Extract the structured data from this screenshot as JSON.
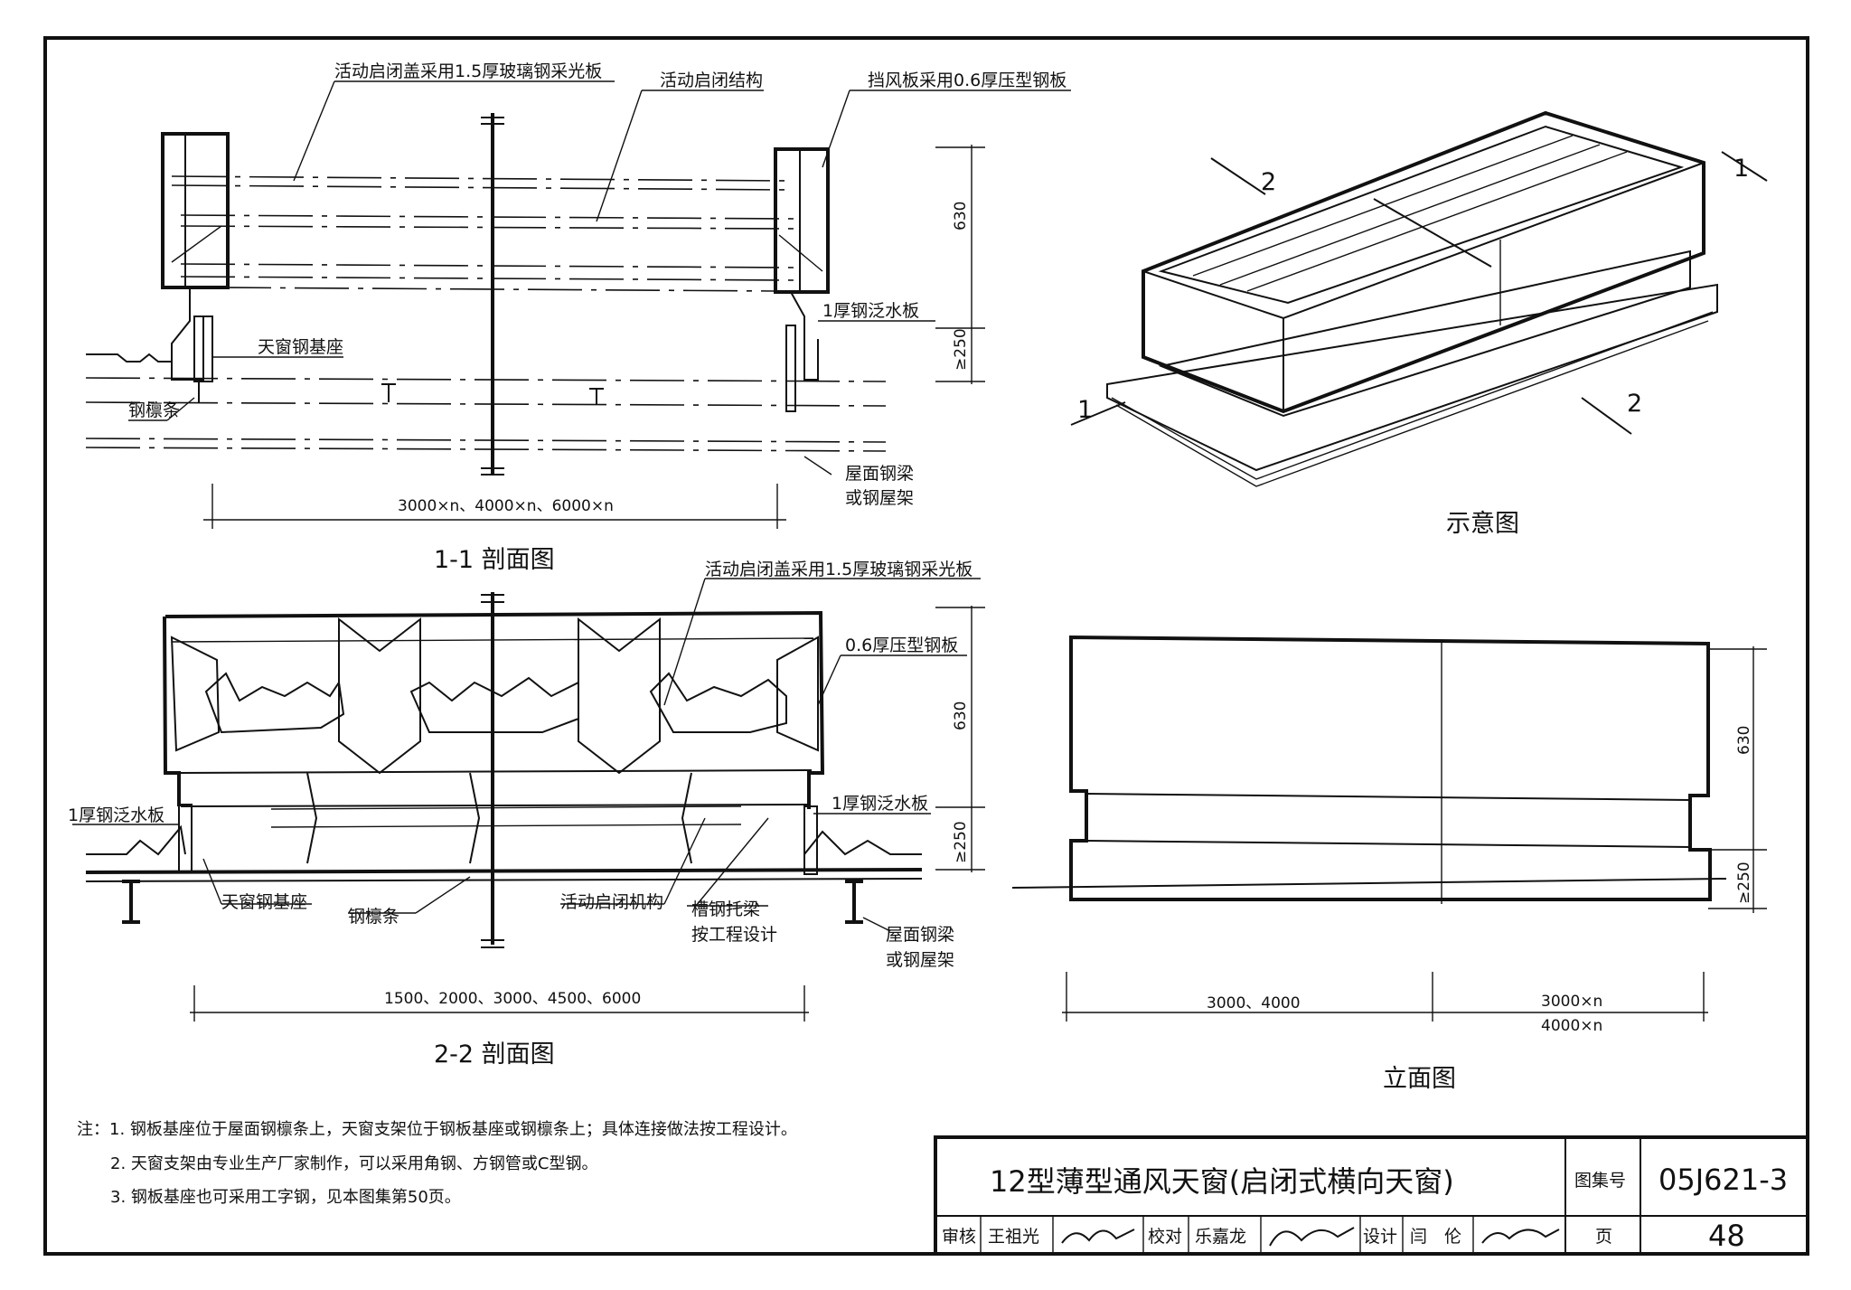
{
  "section_1_1": {
    "title": "1-1 剖面图",
    "cover_label": "活动启闭盖采用1.5厚玻璃钢采光板",
    "mechanism_label": "活动启闭结构",
    "windshield_label": "挡风板采用0.6厚压型钢板",
    "flashing_label": "1厚钢泛水板",
    "base_label": "天窗钢基座",
    "purlin_label": "钢檩条",
    "beam_label_1": "屋面钢梁",
    "beam_label_2": "或钢屋架",
    "dim_height": "630",
    "dim_base": "≥250",
    "dim_length": "3000×n、4000×n、6000×n"
  },
  "schematic": {
    "title": "示意图",
    "mark_2": "2",
    "mark_1": "1"
  },
  "section_2_2": {
    "title": "2-2 剖面图",
    "cover_label": "活动启闭盖采用1.5厚玻璃钢采光板",
    "plate_label": "0.6厚压型钢板",
    "flashing_left": "1厚钢泛水板",
    "flashing_right": "1厚钢泛水板",
    "base_label": "天窗钢基座",
    "purlin_label": "钢檩条",
    "mechanism_label": "活动启闭机构",
    "channel_label_1": "槽钢托梁",
    "channel_label_2": "按工程设计",
    "beam_label_1": "屋面钢梁",
    "beam_label_2": "或钢屋架",
    "dim_height": "630",
    "dim_base": "≥250",
    "dim_width": "1500、2000、3000、4500、6000"
  },
  "elevation": {
    "title": "立面图",
    "dim_height": "630",
    "dim_base": "≥250",
    "dim_left": "3000、4000",
    "dim_right_1": "3000×n",
    "dim_right_2": "4000×n"
  },
  "notes": [
    "注：1. 钢板基座位于屋面钢檩条上，天窗支架位于钢板基座或钢檩条上；具体连接做法按工程设计。",
    "2. 天窗支架由专业生产厂家制作，可以采用角钢、方钢管或C型钢。",
    "3. 钢板基座也可采用工字钢，见本图集第50页。"
  ],
  "title_block": {
    "drawing_title": "12型薄型通风天窗(启闭式横向天窗)",
    "atlas_label": "图集号",
    "atlas_no": "05J621-3",
    "review_label": "审核",
    "reviewer": "王祖光",
    "check_label": "校对",
    "checker": "乐嘉龙",
    "design_label": "设计",
    "designer": "闫　伦",
    "page_label": "页",
    "page_no": "48"
  }
}
